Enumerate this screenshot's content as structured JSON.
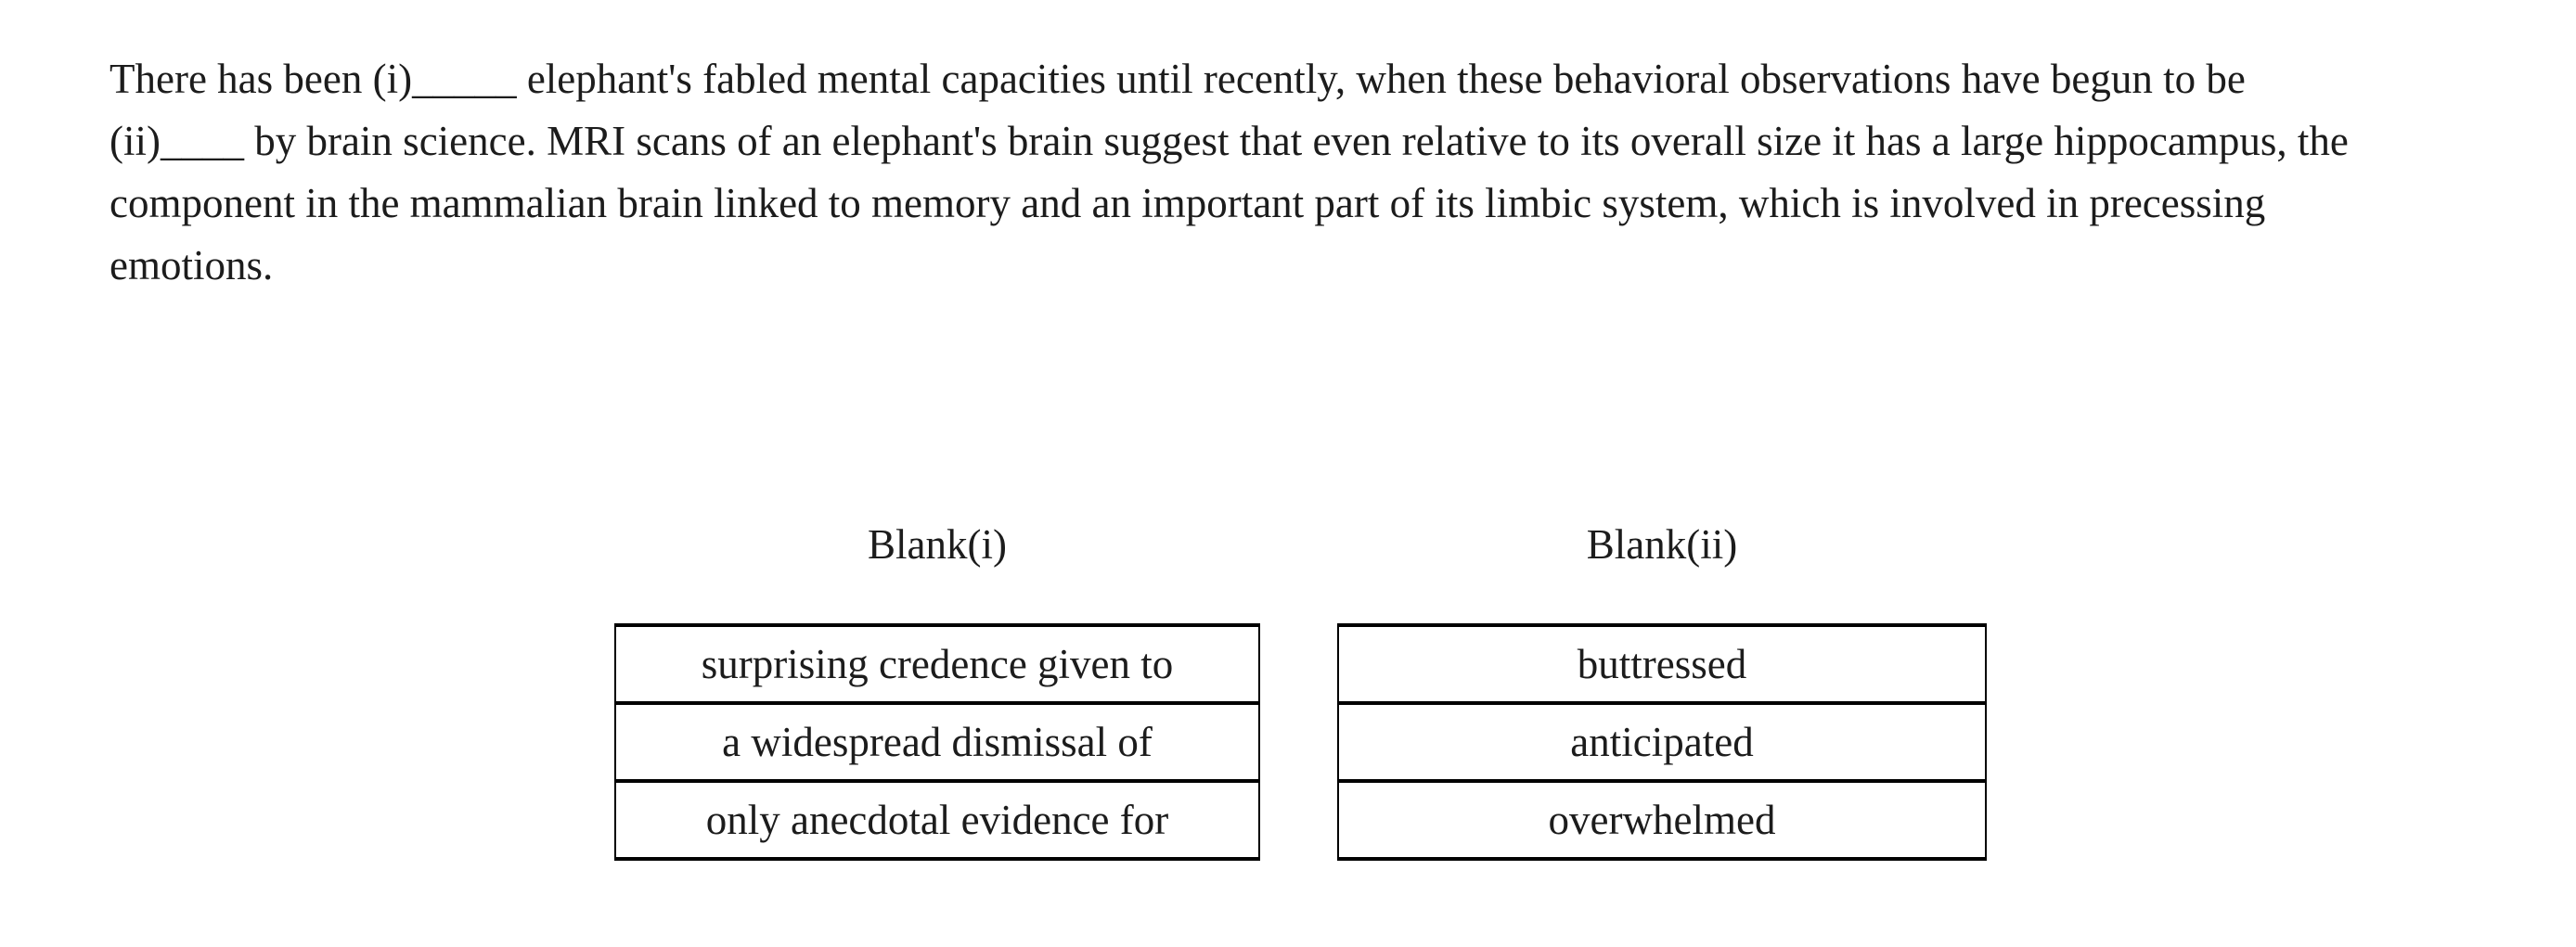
{
  "passage": {
    "lines": [
      "There has been (i)_____ elephant's fabled mental capacities until recently, when these behavioral observations have begun to be",
      "(ii)____ by brain science. MRI scans of an elephant's brain suggest that even relative to its overall size it has a large hippocampus, the",
      "component in the mammalian brain linked to memory and an important part of its limbic system, which is involved in precessing",
      "emotions."
    ]
  },
  "blanks": [
    {
      "label": "Blank(i)",
      "options": [
        "surprising credence given to",
        "a widespread dismissal of",
        "only anecdotal evidence for"
      ]
    },
    {
      "label": "Blank(ii)",
      "options": [
        "buttressed",
        "anticipated",
        "overwhelmed"
      ]
    }
  ],
  "colors": {
    "text": "#1c1c1c",
    "border": "#000000",
    "background": "#ffffff"
  }
}
